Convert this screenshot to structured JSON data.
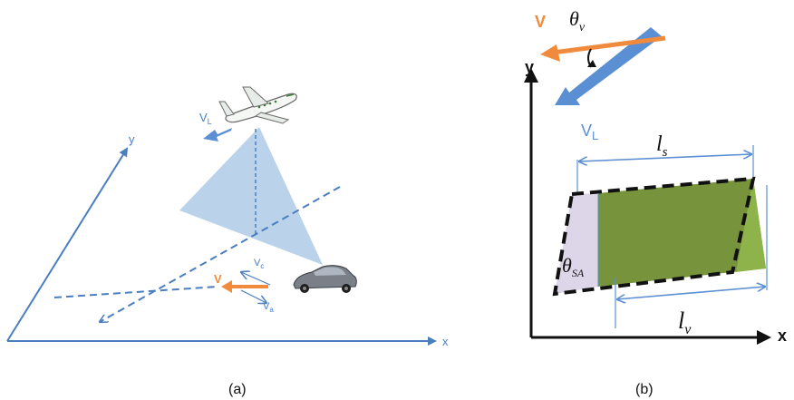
{
  "panel_a": {
    "caption": "(a)",
    "axis_x": "x",
    "axis_y": "y",
    "label_vl": "V",
    "label_vl_sub": "L",
    "label_v": "V",
    "label_vc": "V",
    "label_vc_sub": "c",
    "label_va": "V",
    "label_va_sub": "a"
  },
  "panel_b": {
    "caption": "(b)",
    "axis_x": "x",
    "axis_y": "y",
    "label_v": "V",
    "label_vl": "V",
    "label_vl_sub": "L",
    "theta_v": "θ",
    "theta_v_sub": "v",
    "l_s": "l",
    "l_s_sub": "s",
    "l_v": "l",
    "l_v_sub": "v",
    "theta_sa": "θ",
    "theta_sa_sub": "SA"
  },
  "colors": {
    "axis_blue": "#4a7ec0",
    "arrow_blue": "#5b8fd4",
    "orange": "#f08a3c",
    "cone": "#aecbe6",
    "green": "#77933c",
    "green_light": "#8db34a",
    "lavender": "#ddd6e8",
    "black": "#111111"
  }
}
